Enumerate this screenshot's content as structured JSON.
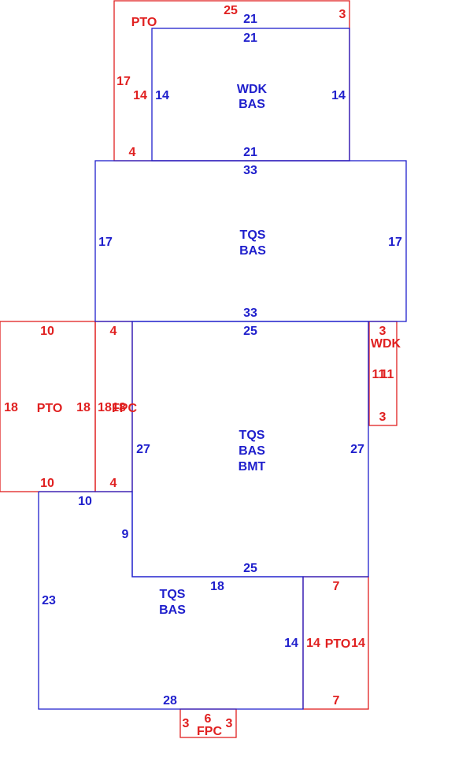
{
  "colors": {
    "blue": "#1f1fcc",
    "red": "#e02020"
  },
  "areas": [
    {
      "id": "pto-top",
      "color": "red",
      "labels": [
        "PTO"
      ],
      "dims": [
        "25",
        "3",
        "17",
        "14",
        "4"
      ]
    },
    {
      "id": "wdk-bas-top",
      "color": "blue",
      "labels": [
        "WDK",
        "BAS"
      ],
      "dims": [
        "21",
        "21",
        "14",
        "14",
        "21"
      ]
    },
    {
      "id": "tqs-bas-upper",
      "color": "blue",
      "labels": [
        "TQS",
        "BAS"
      ],
      "dims": [
        "33",
        "17",
        "17",
        "33"
      ]
    },
    {
      "id": "pto-left",
      "color": "red",
      "labels": [
        "PTO"
      ],
      "dims": [
        "10",
        "18",
        "18",
        "10"
      ]
    },
    {
      "id": "fpc-left",
      "color": "red",
      "labels": [
        "FPC"
      ],
      "dims": [
        "4",
        "18",
        "18",
        "4"
      ]
    },
    {
      "id": "tqs-bas-bmt",
      "color": "blue",
      "labels": [
        "TQS",
        "BAS",
        "BMT"
      ],
      "dims": [
        "25",
        "27",
        "27"
      ]
    },
    {
      "id": "wdk-right",
      "color": "red",
      "labels": [
        "WDK"
      ],
      "dims": [
        "3",
        "11",
        "11",
        "3"
      ]
    },
    {
      "id": "tqs-bas-lower",
      "color": "blue",
      "labels": [
        "TQS",
        "BAS"
      ],
      "dims": [
        "10",
        "9",
        "25",
        "18",
        "23",
        "14",
        "28"
      ]
    },
    {
      "id": "pto-bottom-right",
      "color": "red",
      "labels": [
        "PTO"
      ],
      "dims": [
        "7",
        "14",
        "14",
        "7"
      ]
    },
    {
      "id": "fpc-bottom",
      "color": "red",
      "labels": [
        "FPC"
      ],
      "dims": [
        "6",
        "3",
        "3"
      ]
    }
  ]
}
